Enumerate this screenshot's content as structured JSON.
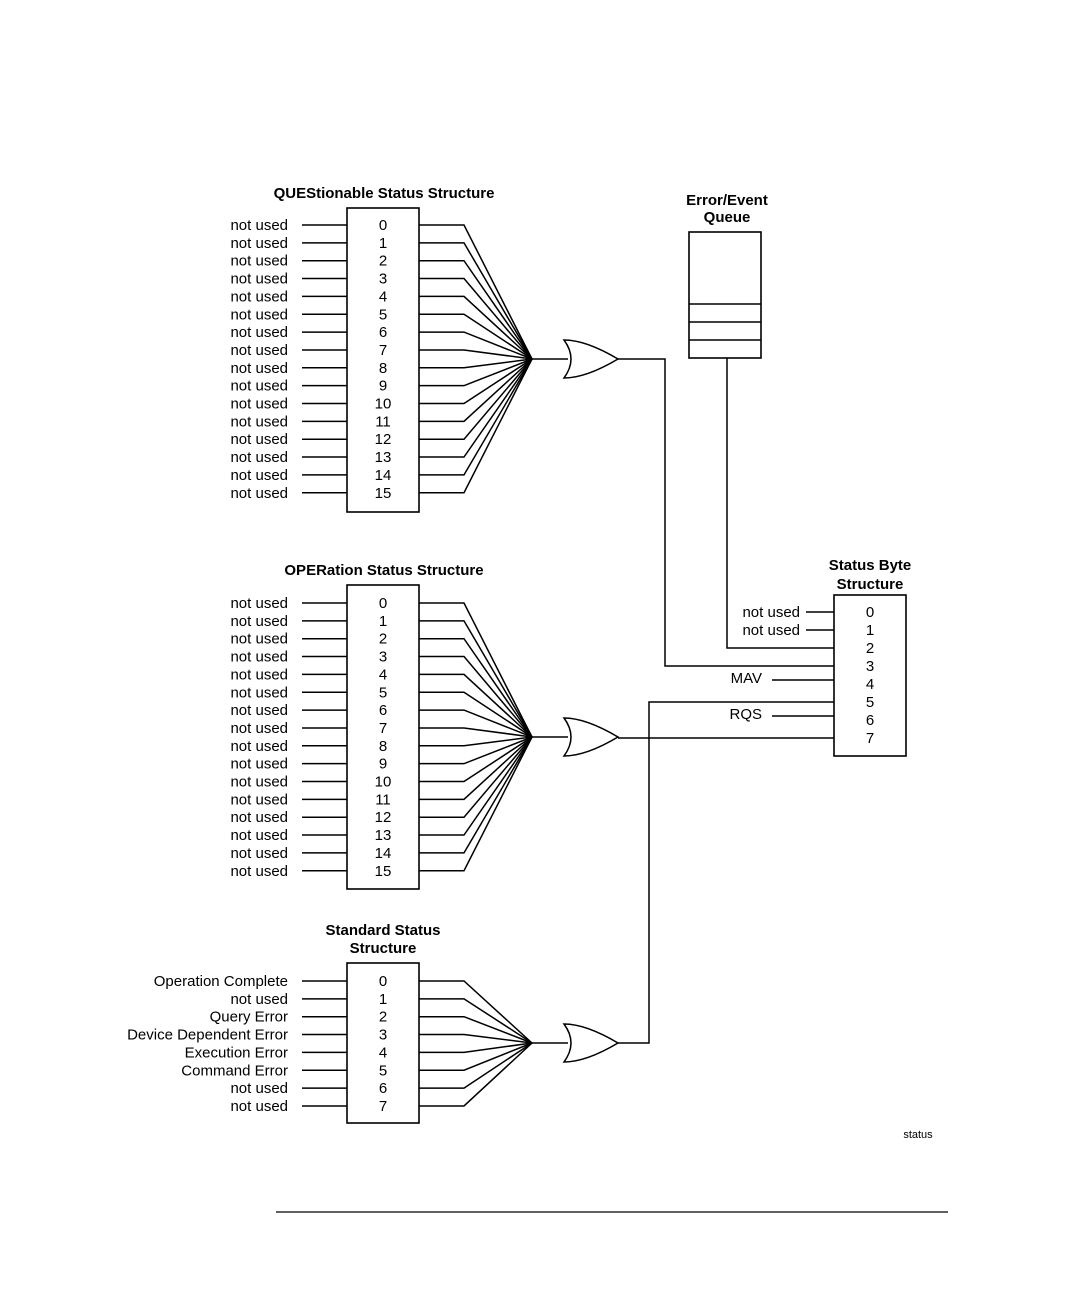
{
  "questionable": {
    "title": "QUEStionable Status Structure",
    "bits": [
      "0",
      "1",
      "2",
      "3",
      "4",
      "5",
      "6",
      "7",
      "8",
      "9",
      "10",
      "11",
      "12",
      "13",
      "14",
      "15"
    ],
    "inputs": [
      "not used",
      "not used",
      "not used",
      "not used",
      "not used",
      "not used",
      "not used",
      "not used",
      "not used",
      "not used",
      "not used",
      "not used",
      "not used",
      "not used",
      "not used",
      "not used"
    ]
  },
  "operation": {
    "title": "OPERation Status Structure",
    "bits": [
      "0",
      "1",
      "2",
      "3",
      "4",
      "5",
      "6",
      "7",
      "8",
      "9",
      "10",
      "11",
      "12",
      "13",
      "14",
      "15"
    ],
    "inputs": [
      "not used",
      "not used",
      "not used",
      "not used",
      "not used",
      "not used",
      "not used",
      "not used",
      "not used",
      "not used",
      "not used",
      "not used",
      "not used",
      "not used",
      "not used",
      "not used"
    ]
  },
  "standard": {
    "title_line1": "Standard Status",
    "title_line2": "Structure",
    "bits": [
      "0",
      "1",
      "2",
      "3",
      "4",
      "5",
      "6",
      "7"
    ],
    "inputs": [
      "Operation Complete",
      "not used",
      "Query  Error",
      "Device Dependent Error",
      "Execution Error",
      "Command Error",
      "not used",
      "not used"
    ]
  },
  "error_queue": {
    "title_line1": "Error/Event",
    "title_line2": "Queue"
  },
  "status_byte": {
    "title_line1": "Status Byte",
    "title_line2": "Structure",
    "bits": [
      "0",
      "1",
      "2",
      "3",
      "4",
      "5",
      "6",
      "7"
    ],
    "inputs": [
      "not used",
      "not used",
      "",
      "",
      "MAV",
      "",
      "RQS",
      ""
    ]
  },
  "caption": "status"
}
